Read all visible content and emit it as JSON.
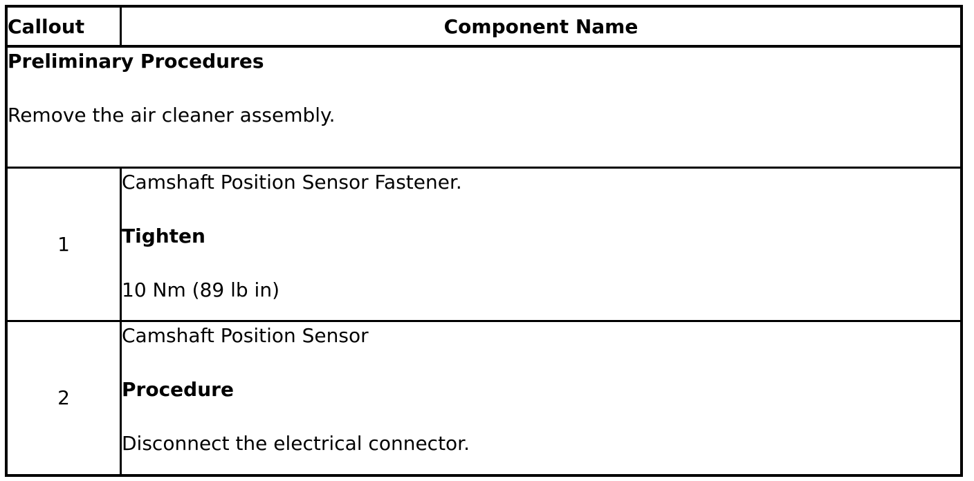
{
  "table": {
    "header": {
      "callout": "Callout",
      "component_name": "Component Name"
    },
    "preliminary": {
      "title": "Preliminary Procedures",
      "body": "Remove the air cleaner assembly."
    },
    "rows": [
      {
        "callout": "1",
        "lines": [
          "Camshaft Position Sensor Fastener.",
          "Tighten",
          "10 Nm (89 lb in)"
        ]
      },
      {
        "callout": "2",
        "lines": [
          "Camshaft Position Sensor",
          "Procedure",
          "Disconnect the electrical connector."
        ]
      }
    ]
  }
}
